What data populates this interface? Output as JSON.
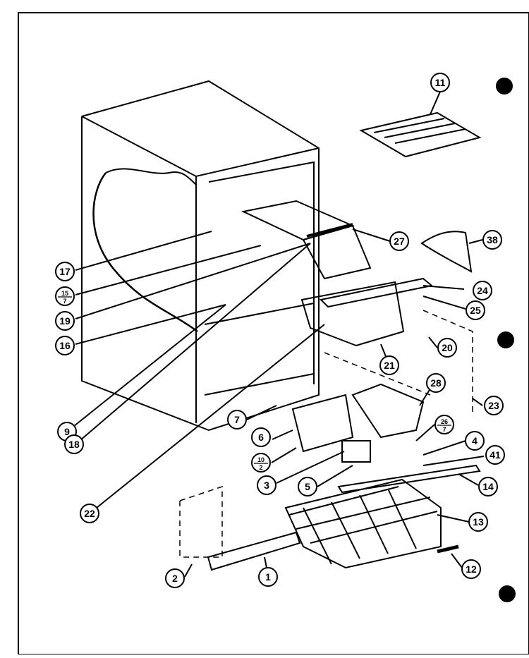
{
  "diagram": {
    "callouts": [
      {
        "id": "c11",
        "label": "11"
      },
      {
        "id": "c27",
        "label": "27"
      },
      {
        "id": "c38",
        "label": "38"
      },
      {
        "id": "c17",
        "label": "17"
      },
      {
        "id": "c15",
        "label": "15",
        "sub": "7"
      },
      {
        "id": "c19",
        "label": "19"
      },
      {
        "id": "c16",
        "label": "16"
      },
      {
        "id": "c24",
        "label": "24"
      },
      {
        "id": "c25",
        "label": "25"
      },
      {
        "id": "c20",
        "label": "20"
      },
      {
        "id": "c21",
        "label": "21"
      },
      {
        "id": "c28",
        "label": "28"
      },
      {
        "id": "c23",
        "label": "23"
      },
      {
        "id": "c9",
        "label": "9"
      },
      {
        "id": "c7",
        "label": "7"
      },
      {
        "id": "c6",
        "label": "6"
      },
      {
        "id": "c26",
        "label": "26",
        "sub": "7"
      },
      {
        "id": "c4",
        "label": "4"
      },
      {
        "id": "c41",
        "label": "41"
      },
      {
        "id": "c18",
        "label": "18"
      },
      {
        "id": "c10",
        "label": "10",
        "sub": "2"
      },
      {
        "id": "c3",
        "label": "3"
      },
      {
        "id": "c5",
        "label": "5"
      },
      {
        "id": "c14",
        "label": "14"
      },
      {
        "id": "c22",
        "label": "22"
      },
      {
        "id": "c13",
        "label": "13"
      },
      {
        "id": "c12",
        "label": "12"
      },
      {
        "id": "c2",
        "label": "2"
      },
      {
        "id": "c1",
        "label": "1"
      }
    ]
  }
}
